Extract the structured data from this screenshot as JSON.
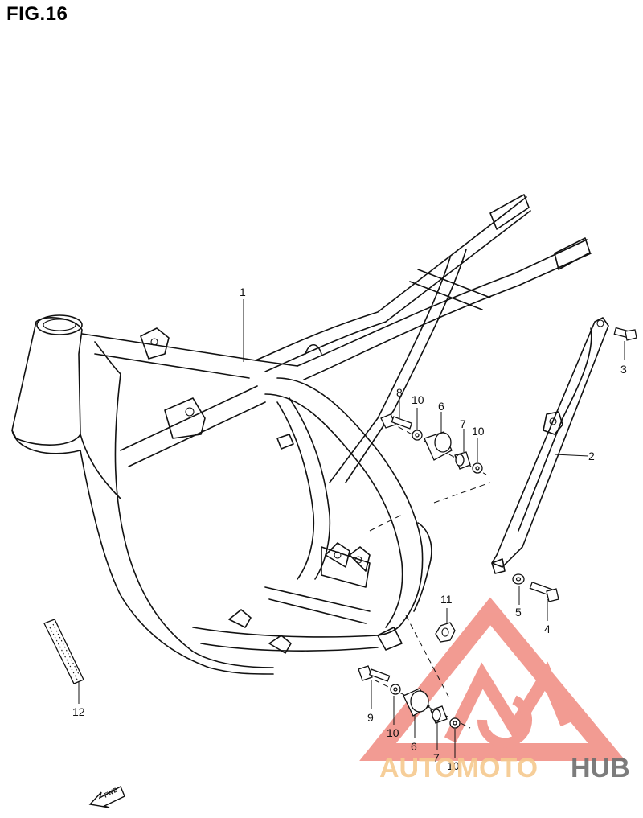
{
  "figure": {
    "title": "FIG.16",
    "forward_arrow_label": "FWD"
  },
  "callouts": [
    {
      "id": "1",
      "label": "1"
    },
    {
      "id": "2",
      "label": "2"
    },
    {
      "id": "3",
      "label": "3"
    },
    {
      "id": "4",
      "label": "4"
    },
    {
      "id": "5",
      "label": "5"
    },
    {
      "id": "6a",
      "label": "6"
    },
    {
      "id": "6b",
      "label": "6"
    },
    {
      "id": "7a",
      "label": "7"
    },
    {
      "id": "7b",
      "label": "7"
    },
    {
      "id": "8",
      "label": "8"
    },
    {
      "id": "9",
      "label": "9"
    },
    {
      "id": "10a",
      "label": "10"
    },
    {
      "id": "10b",
      "label": "10"
    },
    {
      "id": "10c",
      "label": "10"
    },
    {
      "id": "10d",
      "label": "10"
    },
    {
      "id": "11",
      "label": "11"
    },
    {
      "id": "12",
      "label": "12"
    }
  ],
  "watermark": {
    "text_part1": "AUTOMOTO",
    "text_part2": "HUB",
    "color_primary": "#f08a80",
    "color_secondary": "#6e6e6e",
    "color_accent": "#f6c98e"
  }
}
